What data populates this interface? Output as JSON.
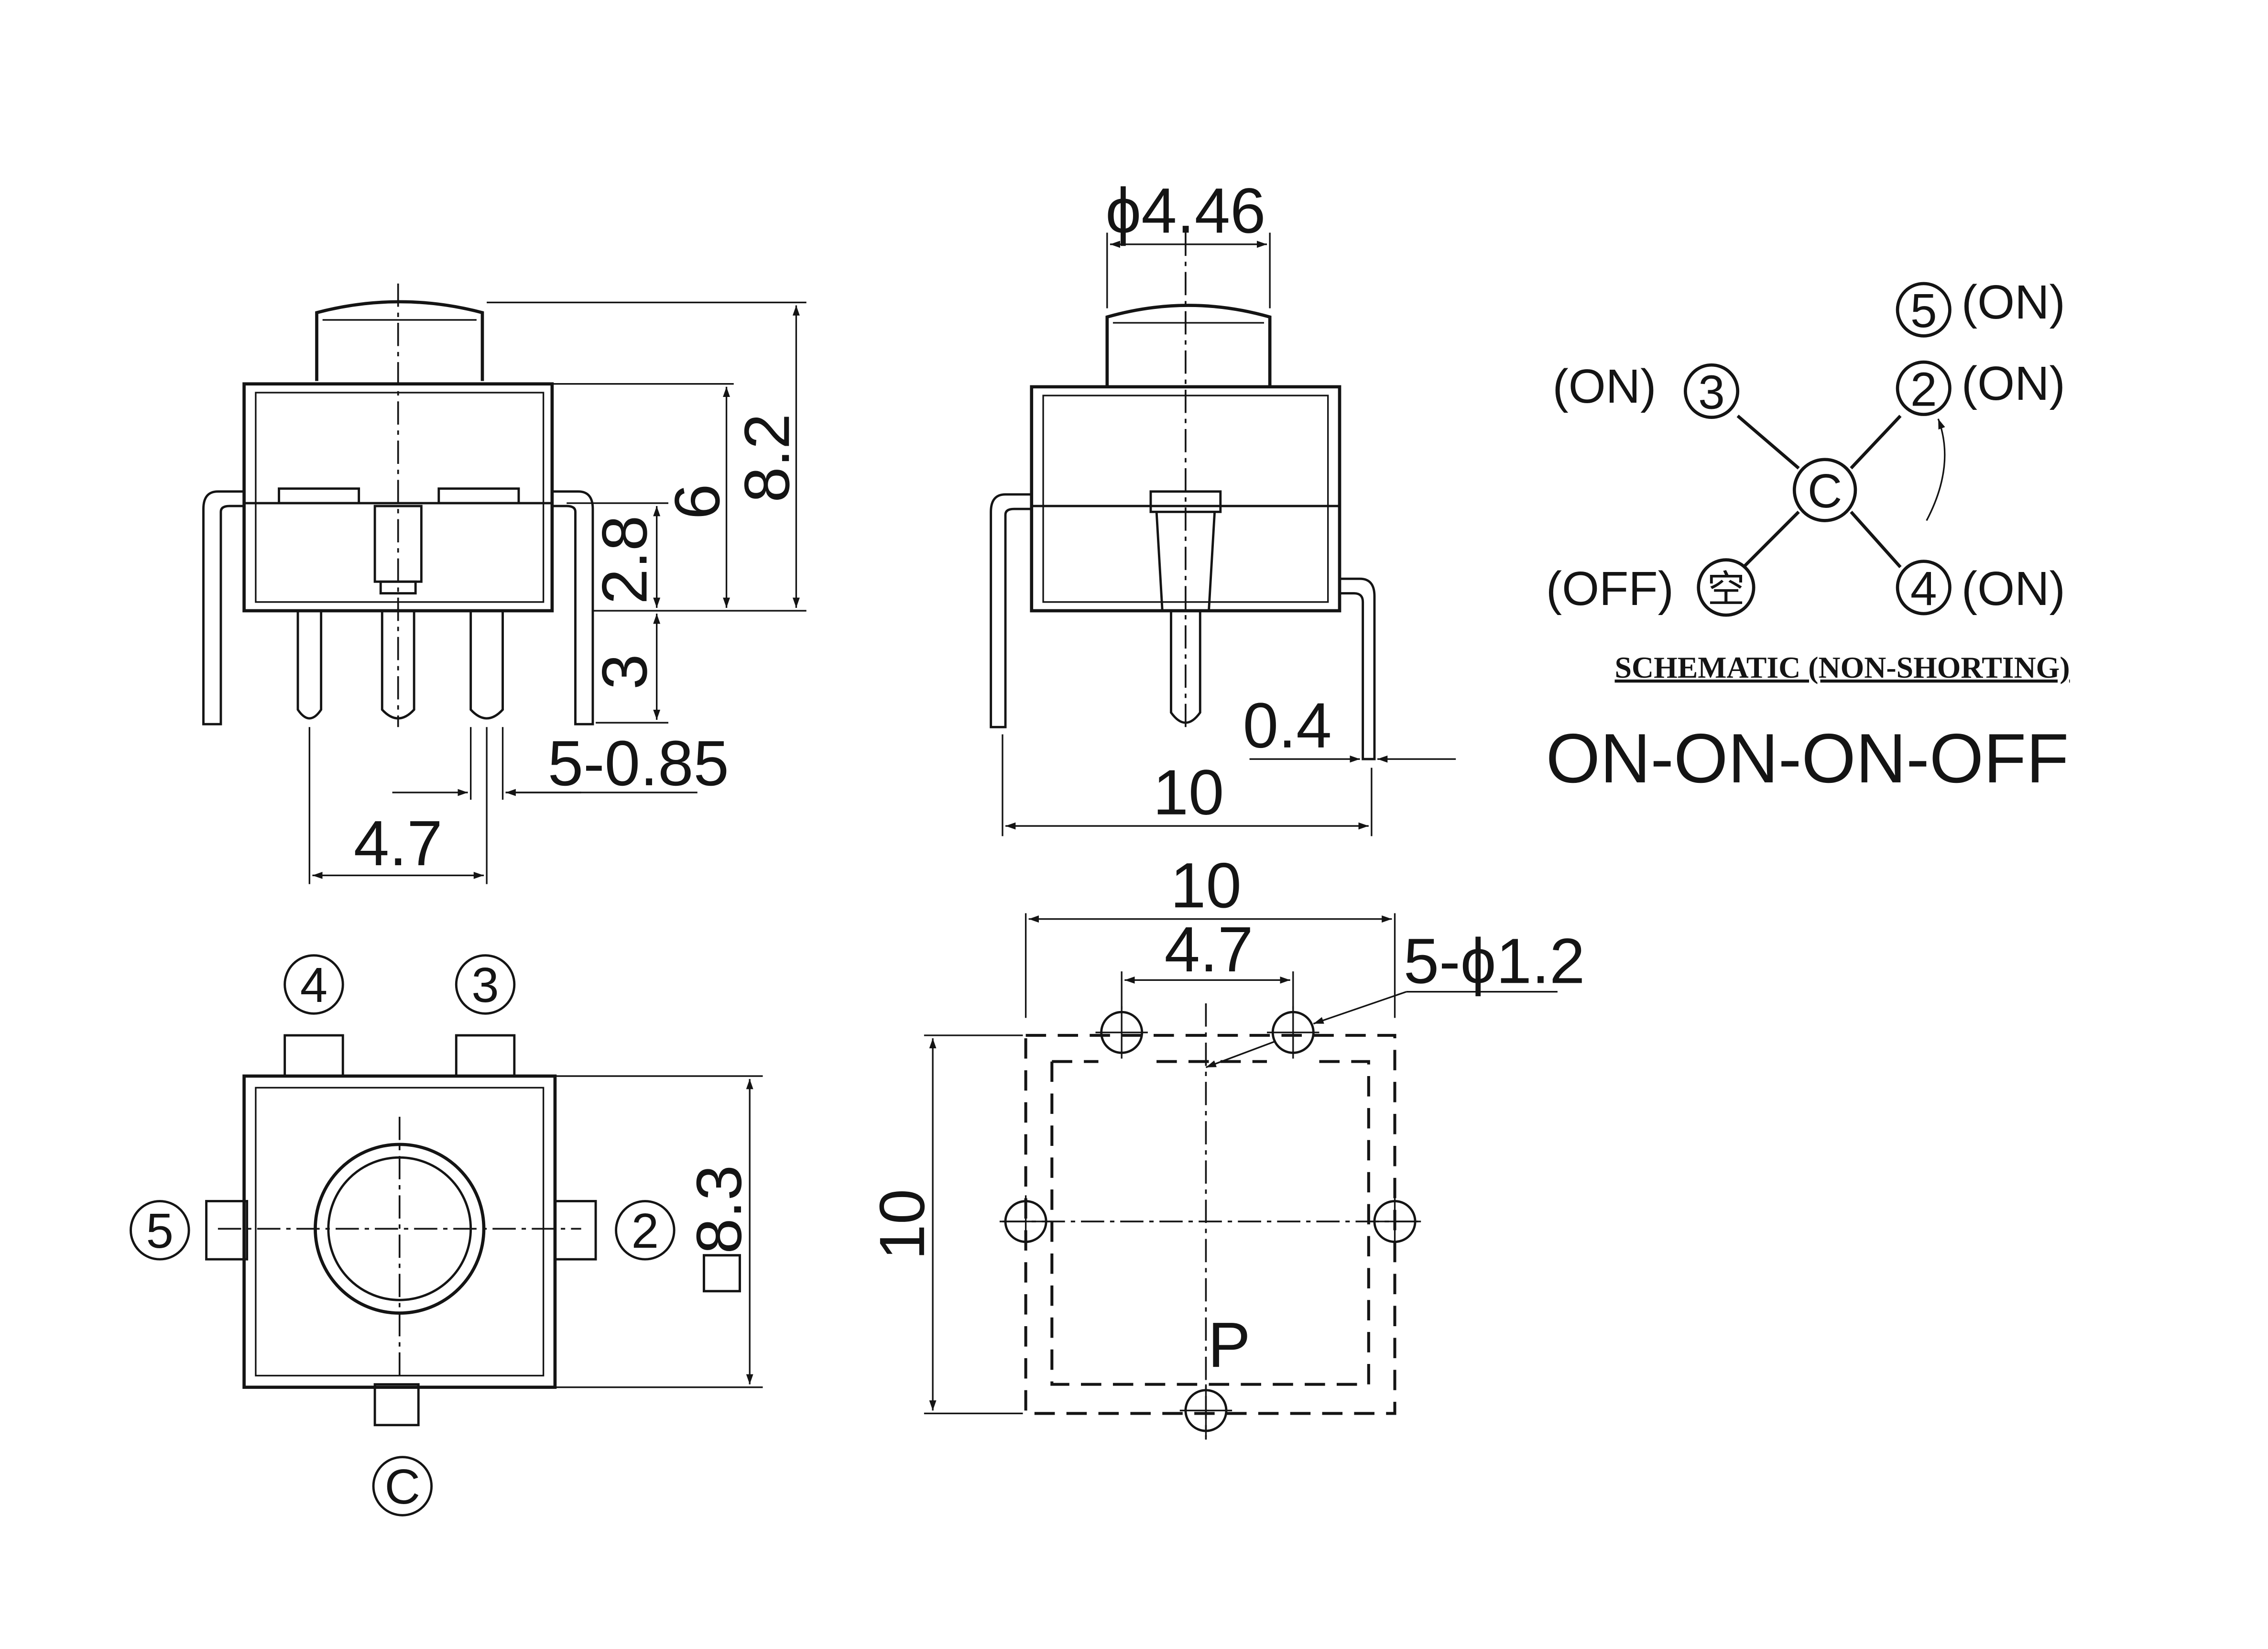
{
  "side_view_left": {
    "dim_height_total": "8.2",
    "dim_body_height": "6",
    "dim_upper": "2.8",
    "dim_pin_length": "3",
    "dim_pin_width": "5-0.85",
    "dim_pin_pitch": "4.7"
  },
  "side_view_right": {
    "dim_actuator_diameter": "ϕ4.46",
    "dim_lead_thickness": "0.4",
    "dim_width": "10"
  },
  "schematic": {
    "terminal_5": "5",
    "terminal_2": "2",
    "terminal_3": "3",
    "terminal_4": "4",
    "terminal_common": "C",
    "terminal_off": "空",
    "label_5": "(ON)",
    "label_2": "(ON)",
    "label_3": "(ON)",
    "label_4": "(ON)",
    "label_off": "(OFF)",
    "caption": "SCHEMATIC (NON-SHORTING)",
    "mode": "ON-ON-ON-OFF"
  },
  "top_view": {
    "pin_4": "4",
    "pin_3": "3",
    "pin_5": "5",
    "pin_2": "2",
    "pin_c": "C",
    "dim_square": "□8.3"
  },
  "pcb_layout": {
    "dim_width": "10",
    "dim_pitch": "4.7",
    "dim_holes": "5-ϕ1.2",
    "dim_height": "10",
    "label_p": "P"
  }
}
